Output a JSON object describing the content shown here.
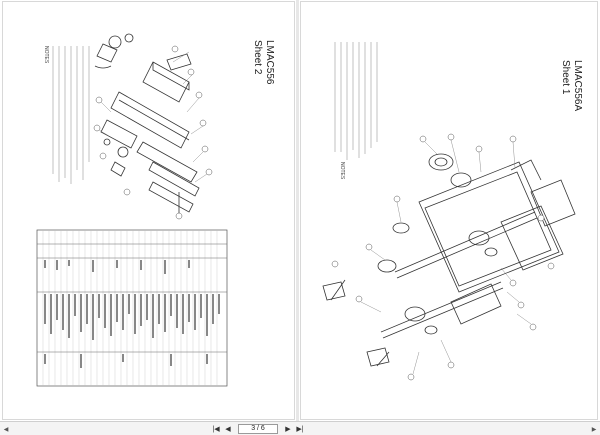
{
  "left_page": {
    "sheet_title_line1": "LMAC556",
    "sheet_title_line2": "Sheet 2",
    "notes_heading": "NOTES"
  },
  "right_page": {
    "sheet_title_line1": "LMAC556A",
    "sheet_title_line2": "Sheet 1",
    "notes_heading": "NOTES"
  },
  "pager": {
    "page_indicator": "3 / 6",
    "first_icon": "first-page-icon",
    "prev_icon": "previous-page-icon",
    "next_icon": "next-page-icon",
    "last_icon": "last-page-icon"
  }
}
